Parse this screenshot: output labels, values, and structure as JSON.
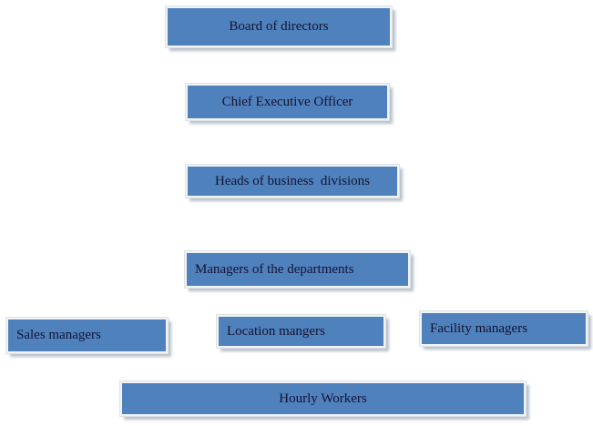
{
  "diagram": {
    "type": "org-chart",
    "boxes": [
      {
        "id": "board",
        "label": "Board of directors",
        "level": 1
      },
      {
        "id": "ceo",
        "label": "Chief Executive Officer",
        "level": 2
      },
      {
        "id": "heads",
        "label": "Heads of business  divisions",
        "level": 3
      },
      {
        "id": "managers",
        "label": "Managers of the departments",
        "level": 4
      },
      {
        "id": "sales",
        "label": "Sales managers",
        "level": 5
      },
      {
        "id": "location",
        "label": "Location mangers",
        "level": 5
      },
      {
        "id": "facility",
        "label": "Facility managers",
        "level": 5
      },
      {
        "id": "hourly",
        "label": "Hourly Workers",
        "level": 6
      }
    ]
  },
  "colors": {
    "box_fill": "#4f81bd",
    "box_border": "#f1f4f7",
    "box_shadow": "#b9c1c9",
    "text": "#141432",
    "background": "#ffffff"
  }
}
